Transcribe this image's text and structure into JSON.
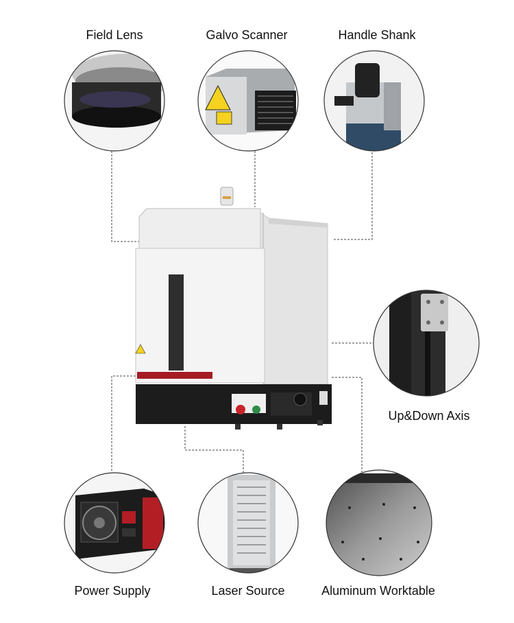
{
  "components": {
    "field_lens": "Field Lens",
    "galvo_scanner": "Galvo Scanner",
    "handle_shank": "Handle Shank",
    "updown_axis": "Up&Down Axis",
    "power_supply": "Power Supply",
    "laser_source": "Laser Source",
    "aluminum_worktable": "Aluminum Worktable"
  },
  "colors": {
    "connector_line": "#444444",
    "circle_border": "#333333",
    "cabinet_white": "#f2f2f2",
    "base_black": "#1c1c1c",
    "handle_red": "#a51c24",
    "warning_yellow": "#f4d21f"
  }
}
